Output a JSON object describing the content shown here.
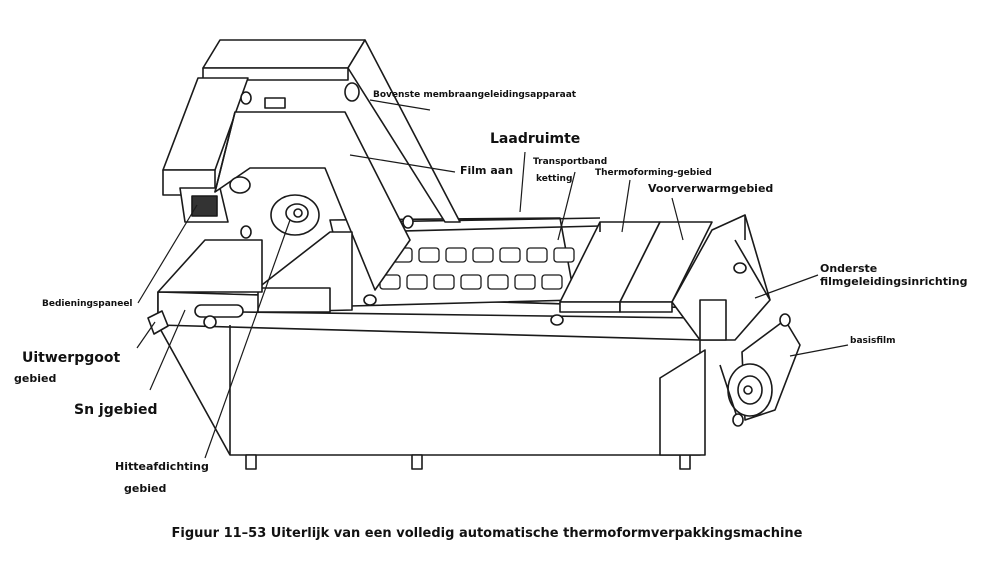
{
  "labels": {
    "upper_membrane": "Bovenste membraangeleidingsapparaat",
    "loading_space": "Laadruimte",
    "film_on": "Film aan",
    "transport_belt": "Transportband",
    "chain": "ketting",
    "thermoforming_area": "Thermoforming-gebied",
    "preheat_area": "Voorverwarmgebied",
    "lower_film_guide_1": "Onderste",
    "lower_film_guide_2": "filmgeleidingsinrichting",
    "base_film": "basisfilm",
    "control_panel": "Bedieningspaneel",
    "ejection_chute_1": "Uitwerpgoot",
    "ejection_chute_2": "gebied",
    "cutting_area": "Sn jgebied",
    "heat_seal_1": "Hitteafdichting",
    "heat_seal_2": "gebied"
  },
  "caption": "Figuur 11–53 Uiterlijk van een volledig automatische thermoformverpakkingsmachine",
  "colors": {
    "line": "#1a1a1a",
    "fill": "#ffffff",
    "panel": "#333333"
  }
}
